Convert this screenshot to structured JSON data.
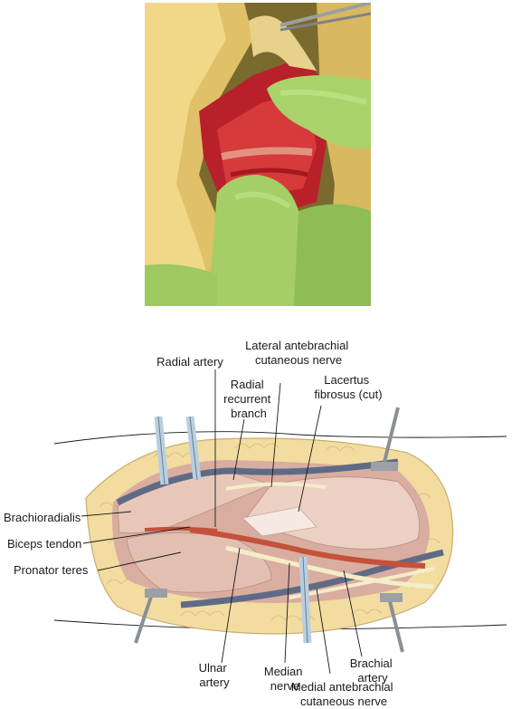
{
  "figure": {
    "labels": {
      "lateral_antebrachial_cutaneous_nerve": [
        "Lateral antebrachial",
        "cutaneous nerve"
      ],
      "radial_artery": [
        "Radial artery"
      ],
      "radial_recurrent_branch": [
        "Radial",
        "recurrent",
        "branch"
      ],
      "lacertus_fibrosus": [
        "Lacertus",
        "fibrosus (cut)"
      ],
      "brachioradialis": [
        "Brachioradialis"
      ],
      "biceps_tendon": [
        "Biceps tendon"
      ],
      "pronator_teres": [
        "Pronator teres"
      ],
      "ulnar_artery": [
        "Ulnar",
        "artery"
      ],
      "median_nerve": [
        "Median",
        "nerve"
      ],
      "brachial_artery": [
        "Brachial",
        "artery"
      ],
      "medial_antebrachial_cutaneous_nerve": [
        "Medial antebrachial",
        "cutaneous nerve"
      ]
    },
    "colors": {
      "skin": "#f3c9a6",
      "fat": "#f2dca0",
      "muscle": "#e6c2b3",
      "artery": "#c4513a",
      "vein": "#5f6b86",
      "nerve": "#f4edc8",
      "retractor": "#b8cfe0",
      "tissue_photo": "#c0252a",
      "glove": "#a9d36a"
    }
  }
}
